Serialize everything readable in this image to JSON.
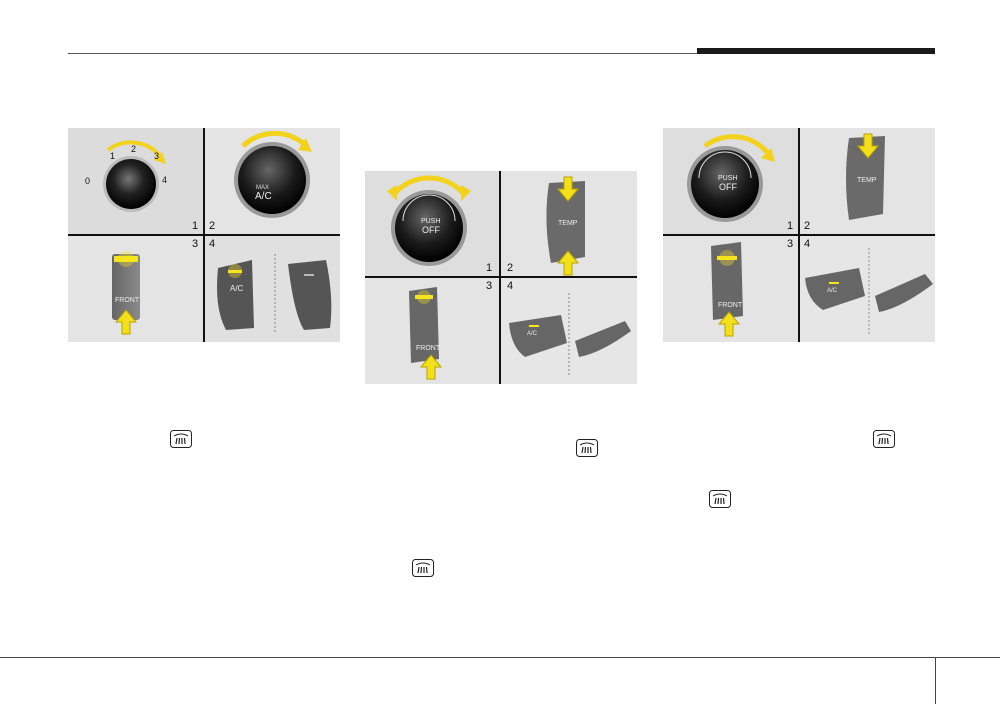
{
  "header": {
    "accent_color": "#1a1a1a"
  },
  "figures": [
    {
      "name": "figure-left",
      "numbers": [
        "1",
        "2",
        "3",
        "4"
      ],
      "knob1_labels": [
        "0",
        "1",
        "2",
        "3",
        "4"
      ],
      "knob2_label_small": "MAX",
      "knob2_label": "A/C",
      "front_label": "FRONT",
      "ac_label": "A/C"
    },
    {
      "name": "figure-middle",
      "numbers": [
        "1",
        "2",
        "3",
        "4"
      ],
      "push_label": "PUSH",
      "off_label": "OFF",
      "temp_label": "TEMP",
      "front_label": "FRONT",
      "ac_label": "A/C"
    },
    {
      "name": "figure-right",
      "numbers": [
        "1",
        "2",
        "3",
        "4"
      ],
      "push_label": "PUSH",
      "off_label": "OFF",
      "temp_label": "TEMP",
      "front_label": "FRONT",
      "ac_label": "A/C"
    }
  ],
  "icons": [
    "front-defrost-icon",
    "front-defrost-icon",
    "front-defrost-icon",
    "front-defrost-icon",
    "front-defrost-icon"
  ]
}
